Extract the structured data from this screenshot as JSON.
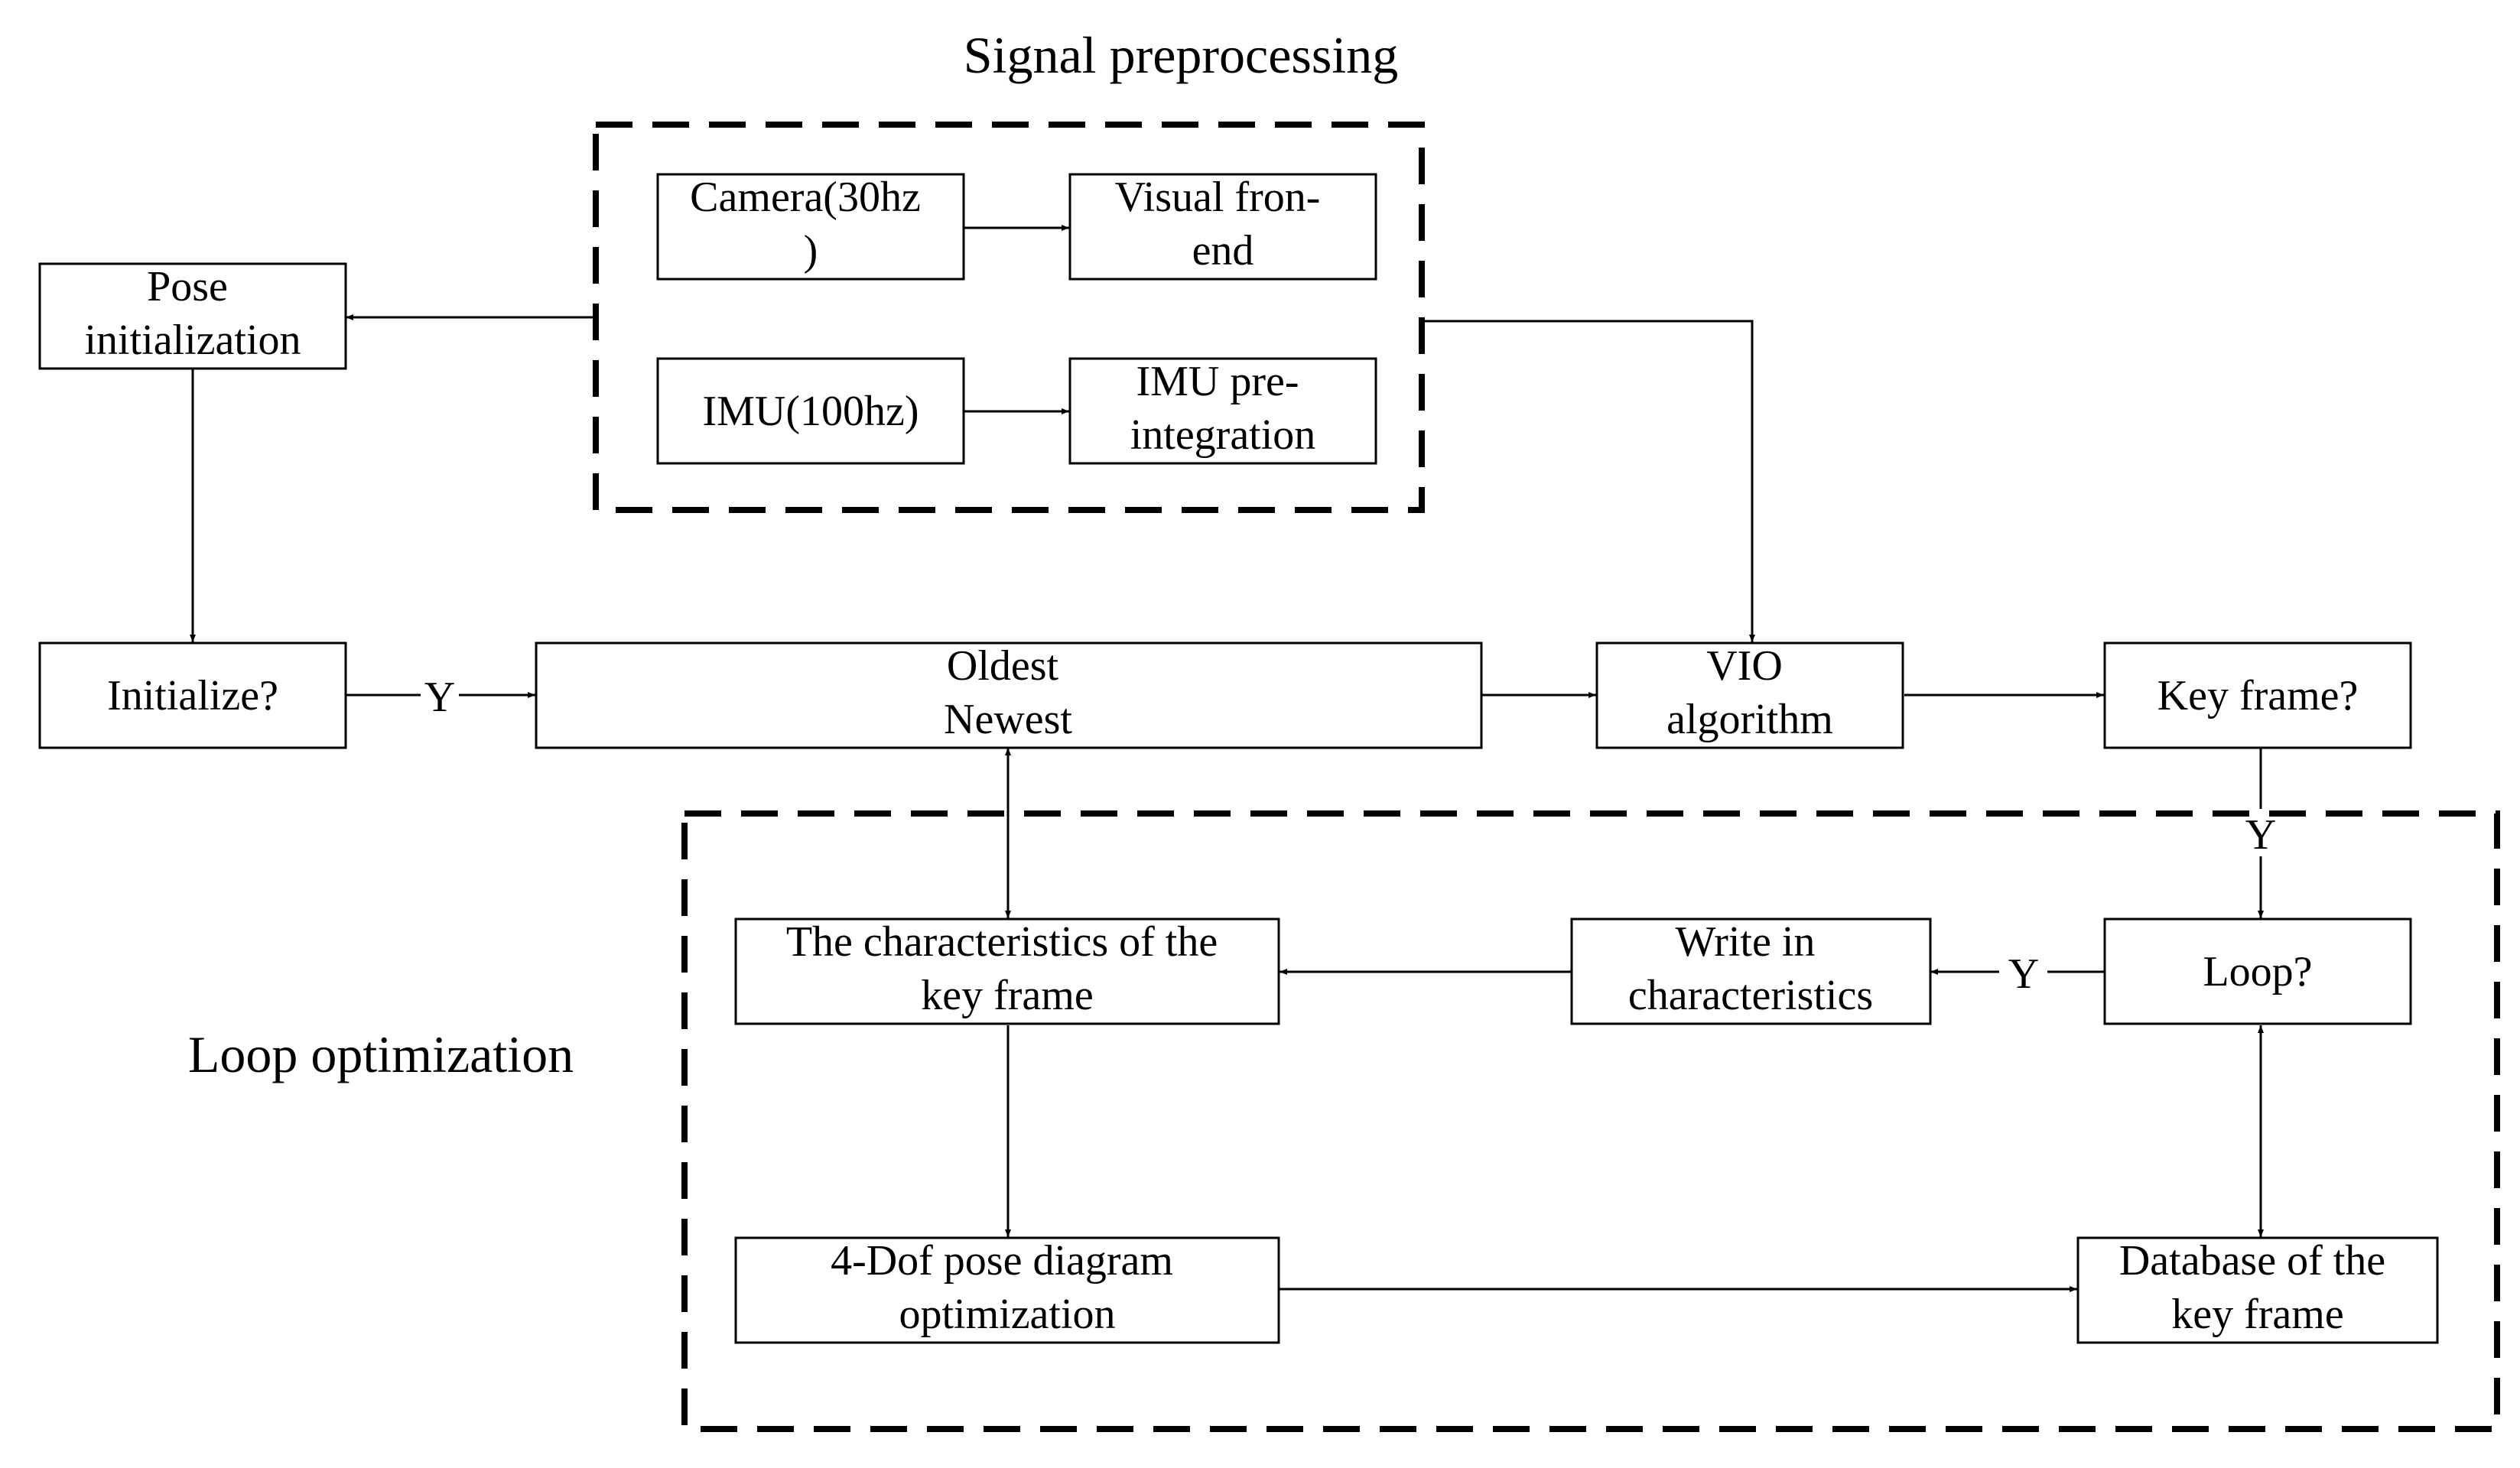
{
  "groups": {
    "signal": {
      "title": "Signal preprocessing"
    },
    "loop": {
      "title": "Loop optimization"
    }
  },
  "nodes": {
    "camera": [
      "Camera(30hz",
      ")"
    ],
    "visual": [
      "Visual fron-",
      "end"
    ],
    "imu": [
      "IMU(100hz)"
    ],
    "imupre": [
      "IMU pre-",
      "integration"
    ],
    "pose": [
      "Pose",
      "initialization"
    ],
    "init": [
      "Initialize?"
    ],
    "window": [
      "Oldest",
      "Newest"
    ],
    "vio": [
      "VIO",
      "algorithm"
    ],
    "keyq": [
      "Key frame?"
    ],
    "loopq": [
      "Loop?"
    ],
    "write": [
      "Write in",
      "characteristics"
    ],
    "charkf": [
      "The characteristics of the",
      "key frame"
    ],
    "dof": [
      "4-Dof pose diagram",
      "optimization"
    ],
    "db": [
      "Database of the",
      "key frame"
    ]
  },
  "edge_labels": {
    "init_window": "Y",
    "key_loop": "Y",
    "loop_write": "Y"
  }
}
